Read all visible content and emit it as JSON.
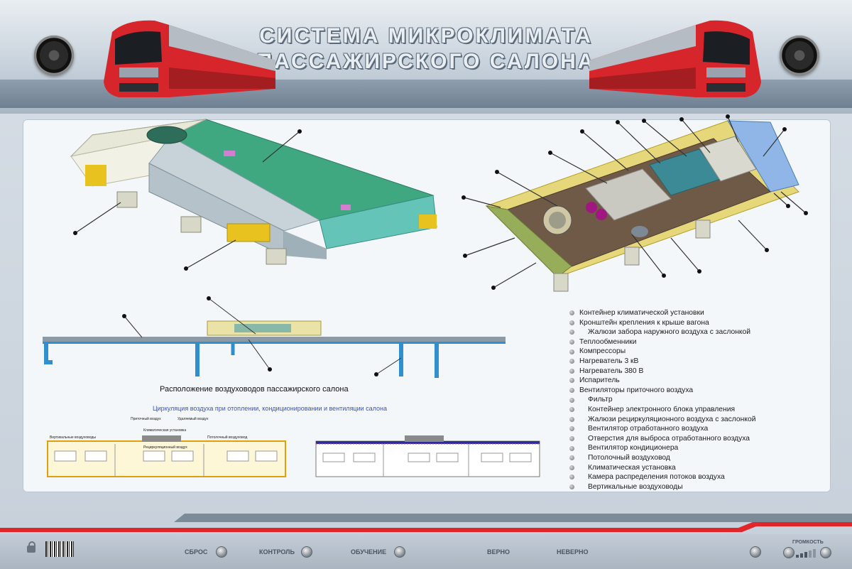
{
  "header": {
    "title_line1": "СИСТЕМА МИКРОКЛИМАТА",
    "title_line2": "ПАССАЖИРСКОГО САЛОНА"
  },
  "legend": {
    "items": [
      {
        "label": "Контейнер климатической установки",
        "indent": false
      },
      {
        "label": "Кронштейн крепления к крыше вагона",
        "indent": false
      },
      {
        "label": "Жалюзи забора наружного воздуха с заслонкой",
        "indent": true
      },
      {
        "label": "Теплообменники",
        "indent": false
      },
      {
        "label": "Компрессоры",
        "indent": false
      },
      {
        "label": "Нагреватель 3 кВ",
        "indent": false
      },
      {
        "label": "Нагреватель 380 В",
        "indent": false
      },
      {
        "label": "Испаритель",
        "indent": false
      },
      {
        "label": "Вентиляторы приточного воздуха",
        "indent": false
      },
      {
        "label": "Фильтр",
        "indent": true
      },
      {
        "label": "Контейнер электронного блока управления",
        "indent": true
      },
      {
        "label": "Жалюзи рециркуляционного воздуха с заслонкой",
        "indent": true
      },
      {
        "label": "Вентилятор отработанного воздуха",
        "indent": true
      },
      {
        "label": "Отверстия для выброса отработанного воздуха",
        "indent": true
      },
      {
        "label": "Вентилятор кондиционера",
        "indent": true
      },
      {
        "label": "Потолочный воздуховод",
        "indent": true
      },
      {
        "label": "Климатическая установка",
        "indent": true
      },
      {
        "label": "Камера распределения потоков воздуха",
        "indent": true
      },
      {
        "label": "Вертикальные воздуховоды",
        "indent": true
      }
    ]
  },
  "captions": {
    "ducts": "Расположение воздуховодов пассажирского салона",
    "circulation": "Циркуляция воздуха при отоплении, кондиционировании и вентиляции салона"
  },
  "diagram_labels": {
    "vertical_ducts": "Вертикальные воздуховоды",
    "climate_unit": "Климатическая установка",
    "ceiling_duct": "Потолочный воздуховод",
    "supply_air": "Приточный воздух",
    "exhaust_air": "Удаляемый воздух",
    "recirc_air": "Рециркуляционный воздух"
  },
  "controls": {
    "reset": "СБРОС",
    "control": "КОНТРОЛЬ",
    "training": "ОБУЧЕНИЕ",
    "correct": "ВЕРНО",
    "incorrect": "НЕВЕРНО",
    "volume": "ГРОМКОСТЬ"
  },
  "colors": {
    "accent_red": "#e0262b",
    "roof_green": "#3fa880",
    "unit_yellow": "#e8c21e",
    "duct_blue": "#2f8fcf",
    "caption_blue": "#3a53c8"
  }
}
